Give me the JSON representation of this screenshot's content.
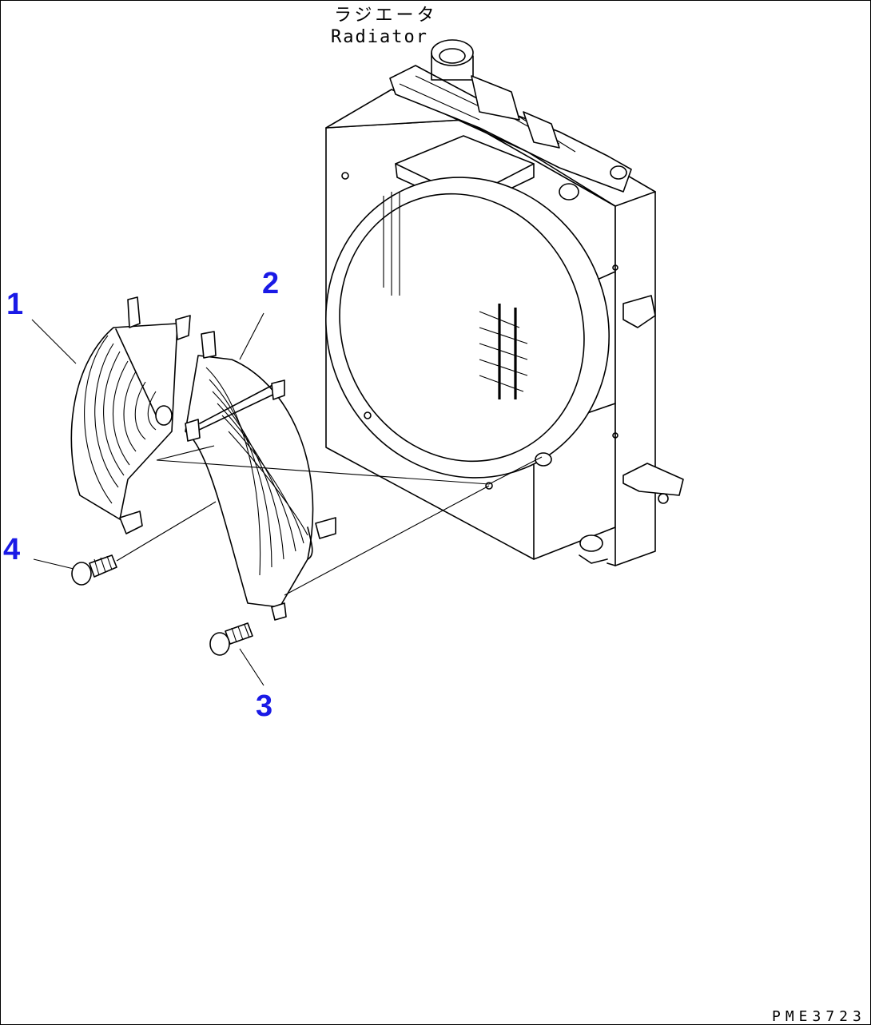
{
  "title_jp": "ラジエータ",
  "title_en": "Radiator",
  "drawing_code": "PME3723",
  "callouts": [
    {
      "label": "1",
      "part": "shroud-left"
    },
    {
      "label": "2",
      "part": "shroud-right"
    },
    {
      "label": "3",
      "part": "bolt-lower"
    },
    {
      "label": "4",
      "part": "bolt-left"
    }
  ],
  "colors": {
    "callout": "#1a1ae6",
    "line": "#000000",
    "background": "#ffffff"
  }
}
